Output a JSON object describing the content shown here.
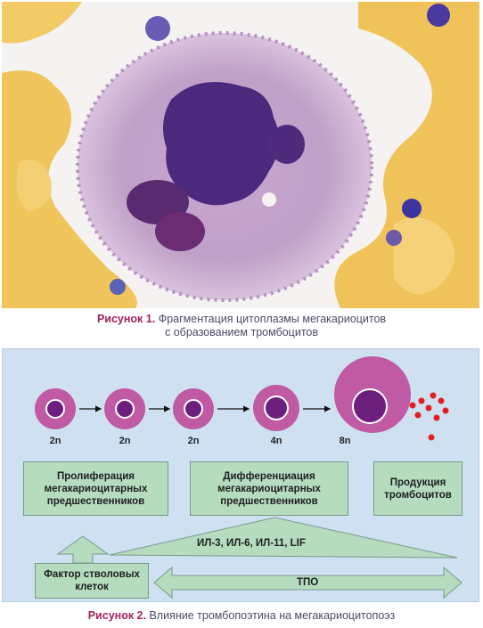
{
  "figure1": {
    "caption_label": "Рисунок 1.",
    "caption_line1": "Фрагментация цитоплазмы мегакариоцитов",
    "caption_line2": "с образованием тромбоцитов"
  },
  "figure2": {
    "ploidy": [
      "2n",
      "2n",
      "2n",
      "4n",
      "8n"
    ],
    "stages": {
      "proliferation": "Пролиферация мегакариоцитарных предшественников",
      "differentiation": "Дифференциация мегакариоцитарных предшественников",
      "production": "Продукция тромбоцитов"
    },
    "stem_cell_factor": "Фактор стволовых клеток",
    "interleukins": "ИЛ-3, ИЛ-6, ИЛ-11, LIF",
    "tpo": "ТПО",
    "caption_label": "Рисунок 2.",
    "caption_text": "Влияние тромбопоэтина на мегакариоцитопоэз"
  },
  "colors": {
    "cell": "#c05aa5",
    "nucleus": "#6c1f7d",
    "platelet": "#e02020",
    "box_fill": "#b6dcc0",
    "diagram_bg": "#cfe0f1",
    "caption_label": "#a5235a"
  }
}
